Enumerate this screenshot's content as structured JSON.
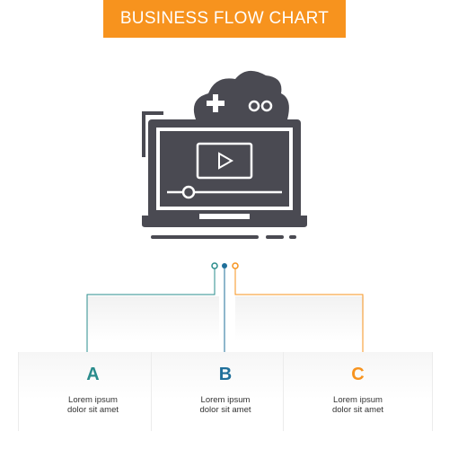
{
  "title": "BUSINESS FLOW CHART",
  "colors": {
    "banner": "#f7931e",
    "icon": "#4a4a52",
    "step_a": "#2a8c8c",
    "step_b": "#1f6f9a",
    "step_c": "#f7931e"
  },
  "icon": "cloud-gaming-laptop-icon",
  "steps": [
    {
      "letter": "A",
      "text_line1": "Lorem ipsum",
      "text_line2": "dolor sit amet"
    },
    {
      "letter": "B",
      "text_line1": "Lorem ipsum",
      "text_line2": "dolor sit amet"
    },
    {
      "letter": "C",
      "text_line1": "Lorem ipsum",
      "text_line2": "dolor sit amet"
    }
  ]
}
